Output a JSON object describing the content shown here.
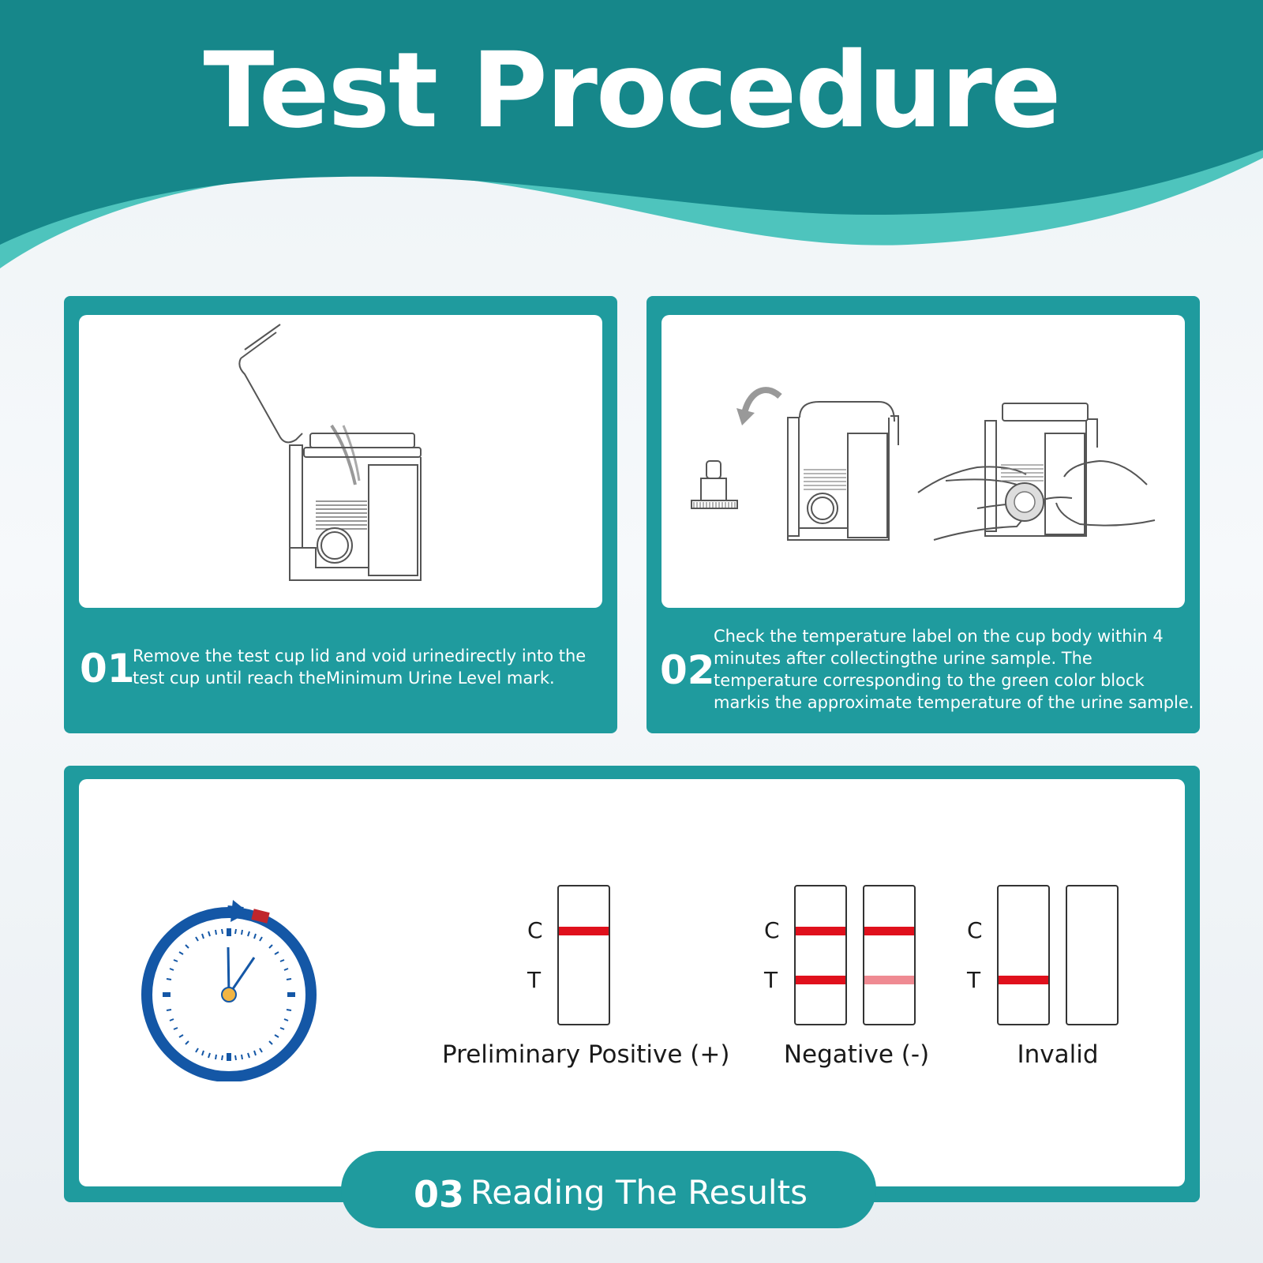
{
  "header": {
    "title": "Test Procedure"
  },
  "steps": [
    {
      "number": "01",
      "text": "Remove the test cup lid and void urinedirectly into the test cup until reach theMinimum Urine Level mark."
    },
    {
      "number": "02",
      "text": "Check the temperature label on the cup body within 4 minutes after collectingthe urine sample. The temperature corresponding to the green color block markis the approximate temperature of the urine sample."
    }
  ],
  "results": {
    "step_number": "03",
    "title": "Reading The Results",
    "line_labels": {
      "control": "C",
      "test": "T"
    },
    "groups": [
      {
        "label": "Preliminary Positive (+)"
      },
      {
        "label": "Negative (-)"
      },
      {
        "label": "Invalid"
      }
    ]
  },
  "colors": {
    "header_teal": "#16878a",
    "wave_light": "#4ec4bd",
    "card_teal": "#1f9b9e",
    "red_line": "#e0101c",
    "faint_line": "#ef8a92",
    "clock_blue": "#1457a6",
    "clock_center": "#f2b544"
  }
}
